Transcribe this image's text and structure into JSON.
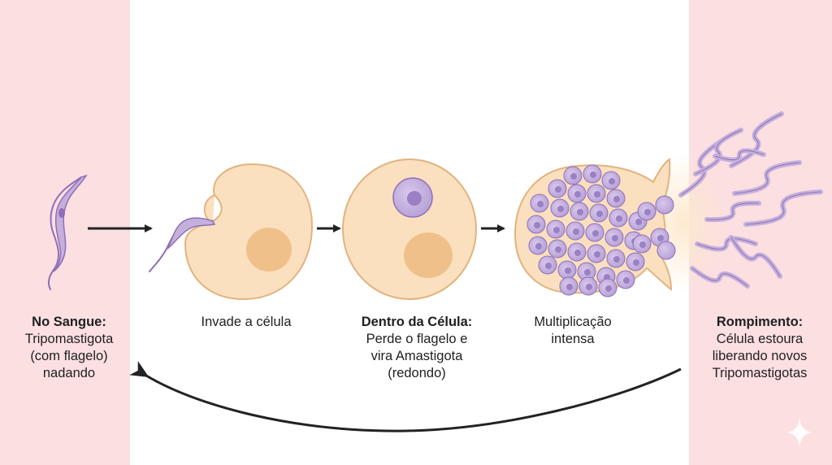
{
  "stages": [
    {
      "id": "blood",
      "title": "No Sangue:",
      "lines": [
        "Tripomastigota",
        "(com flagelo)",
        "nadando"
      ]
    },
    {
      "id": "invade",
      "title": "",
      "lines": [
        "Invade a célula"
      ]
    },
    {
      "id": "inside",
      "title": "Dentro da Célula:",
      "lines": [
        "Perde o flagelo e",
        "vira Amastigota",
        "(redondo)"
      ]
    },
    {
      "id": "mult",
      "title": "",
      "lines": [
        "Multiplicação",
        "intensa"
      ]
    },
    {
      "id": "rupture",
      "title": "Rompimento:",
      "lines": [
        "Célula estoura",
        "liberando novos",
        "Tripomastigotas"
      ]
    }
  ],
  "colors": {
    "side_band": "#fbdfe1",
    "cell_fill": "#fae0bf",
    "cell_stroke": "#e2b37f",
    "nucleus_fill": "#f0c08a",
    "parasite_fill": "#c5b0dc",
    "parasite_stroke": "#8f6fb7",
    "arrow": "#222222"
  }
}
